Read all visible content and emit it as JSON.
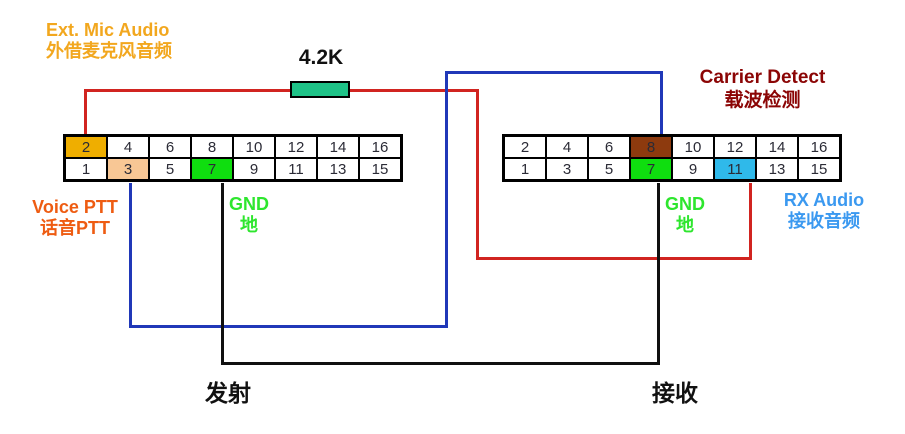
{
  "diagram": {
    "resistor_value": "4.2K",
    "transmit_label": "发射",
    "receive_label": "接收"
  },
  "labels": {
    "ext_mic": {
      "en": "Ext. Mic Audio",
      "zh": "外借麦克风音频",
      "color": "#F2A71E"
    },
    "carrier_detect": {
      "en": "Carrier Detect",
      "zh": "载波检测",
      "color": "#8B0505"
    },
    "voice_ptt": {
      "en": "Voice PTT",
      "zh": "话音PTT",
      "color": "#EE5C12"
    },
    "gnd_left": {
      "en": "GND",
      "zh": "地",
      "color": "#2EE62E"
    },
    "gnd_right": {
      "en": "GND",
      "zh": "地",
      "color": "#2EE62E"
    },
    "rx_audio": {
      "en": "RX Audio",
      "zh": "接收音频",
      "color": "#3B99F0"
    }
  },
  "connectors": {
    "left": {
      "role": "transmit",
      "top_row": [
        "2",
        "4",
        "6",
        "8",
        "10",
        "12",
        "14",
        "16"
      ],
      "bottom_row": [
        "1",
        "3",
        "5",
        "7",
        "9",
        "11",
        "13",
        "15"
      ],
      "highlights": {
        "2": "#EFAE00",
        "3": "#F8C795",
        "7": "#0FDE0F"
      }
    },
    "right": {
      "role": "receive",
      "top_row": [
        "2",
        "4",
        "6",
        "8",
        "10",
        "12",
        "14",
        "16"
      ],
      "bottom_row": [
        "1",
        "3",
        "5",
        "7",
        "9",
        "11",
        "13",
        "15"
      ],
      "highlights": {
        "8": "#8D3A0E",
        "7": "#0FDE0F",
        "11": "#2FB9EA"
      }
    }
  },
  "wires": {
    "colors": {
      "red": "#D12420",
      "blue": "#2038B8",
      "black": "#101010"
    },
    "connections": [
      {
        "color": "red",
        "from": "transmit pin 2 (Ext. Mic Audio)",
        "to": "receive pin 11 (RX Audio)",
        "via": "4.2K resistor"
      },
      {
        "color": "blue",
        "from": "transmit pin 3 (Voice PTT)",
        "to": "receive pin 8 (Carrier Detect)"
      },
      {
        "color": "black",
        "from": "transmit pin 7 (GND)",
        "to": "receive pin 7 (GND)"
      }
    ]
  },
  "resistor_fill": "#1EC287"
}
